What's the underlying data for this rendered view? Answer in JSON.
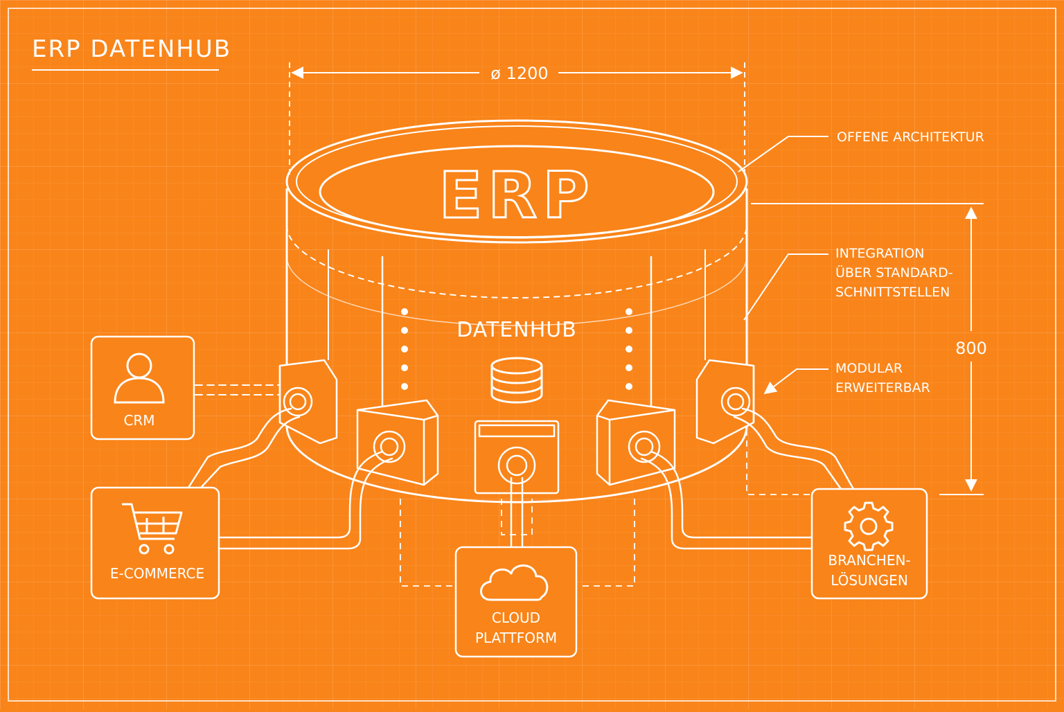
{
  "title": "ERP DATENHUB",
  "hub": {
    "top_label": "ERP",
    "body_label": "DATENHUB",
    "width_dimension": "ø 1200",
    "height_dimension": "800"
  },
  "annotations": {
    "open_architecture": "OFFENE ARCHITEKTUR",
    "integration": [
      "INTEGRATION",
      "ÜBER STANDARD-",
      "SCHNITTSTELLEN"
    ],
    "modular": [
      "MODULAR",
      "ERWEITERBAR"
    ]
  },
  "modules": {
    "crm": {
      "label": [
        "CRM"
      ],
      "icon": "user-icon"
    },
    "ecommerce": {
      "label": [
        "E-COMMERCE"
      ],
      "icon": "shopping-cart-icon"
    },
    "cloud": {
      "label": [
        "CLOUD",
        "PLATTFORM"
      ],
      "icon": "cloud-icon"
    },
    "industry": {
      "label": [
        "BRANCHEN-",
        "LÖSUNGEN"
      ],
      "icon": "gear-icon"
    }
  },
  "colors": {
    "background": "#f98419",
    "line": "#ffffff"
  }
}
